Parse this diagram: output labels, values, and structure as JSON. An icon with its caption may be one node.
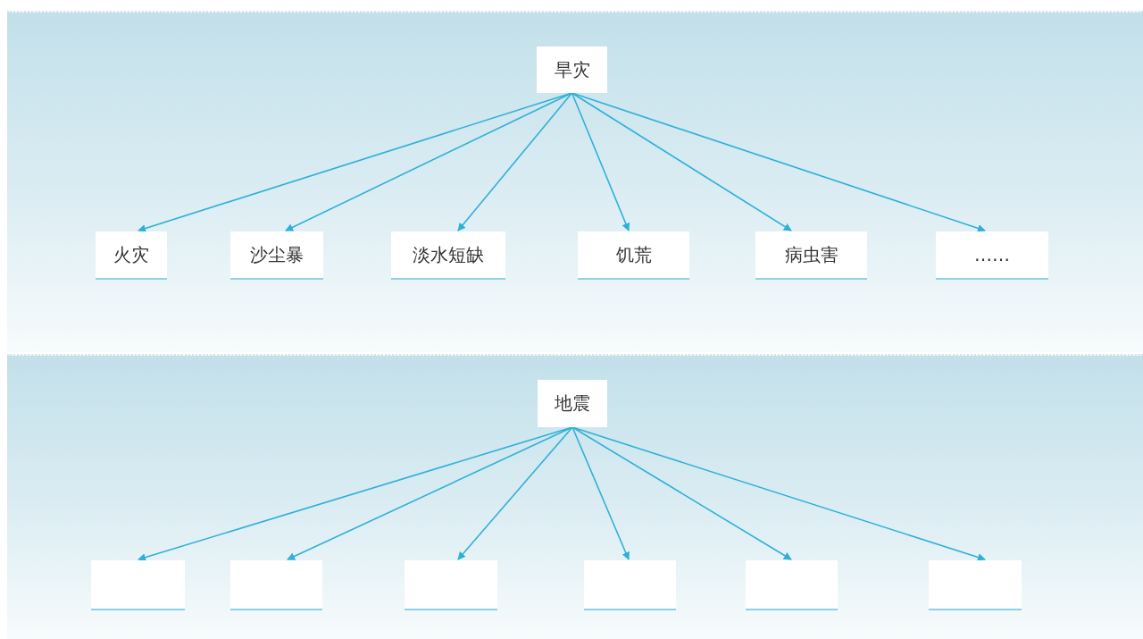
{
  "diagram": {
    "nodes": [
      {
        "text": [
          "旱灾"
        ]
      },
      {
        "text": [
          "火灾"
        ]
      },
      {
        "text": [
          "沙尘暴"
        ]
      },
      {
        "text": [
          "淡水短缺"
        ]
      },
      {
        "text": [
          "饥荒"
        ]
      },
      {
        "text": [
          "病虫害"
        ]
      },
      {
        "text": [
          "……"
        ]
      },
      {
        "text": [
          "地震"
        ]
      },
      {
        "text": [],
        "shape": "box"
      },
      {
        "text": [],
        "shape": "box"
      },
      {
        "text": [],
        "shape": "box"
      },
      {
        "text": [],
        "shape": "box"
      },
      {
        "text": [],
        "shape": "box"
      },
      {
        "text": [],
        "shape": "box"
      }
    ],
    "edges": [
      {
        "from": 0,
        "to": 1,
        "arrow": "to"
      },
      {
        "from": 0,
        "to": 2,
        "arrow": "to"
      },
      {
        "from": 0,
        "to": 3,
        "arrow": "to"
      },
      {
        "from": 0,
        "to": 4,
        "arrow": "to"
      },
      {
        "from": 0,
        "to": 5,
        "arrow": "to"
      },
      {
        "from": 0,
        "to": 6,
        "arrow": "to"
      },
      {
        "from": 7,
        "to": 8,
        "arrow": "to"
      },
      {
        "from": 7,
        "to": 9,
        "arrow": "to"
      },
      {
        "from": 7,
        "to": 10,
        "arrow": "to"
      },
      {
        "from": 7,
        "to": 11,
        "arrow": "to"
      },
      {
        "from": 7,
        "to": 12,
        "arrow": "to"
      },
      {
        "from": 7,
        "to": 13,
        "arrow": "to"
      }
    ]
  }
}
